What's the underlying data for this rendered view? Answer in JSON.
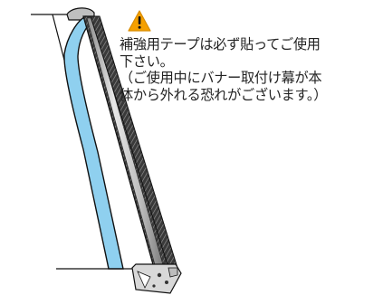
{
  "colors": {
    "warning": "#f5a000",
    "banner_band": "#8fd0ef",
    "pole_dark": "#2f2f2f",
    "pole_light": "#d4d4d4",
    "outline": "#111111"
  },
  "icons": {
    "warning": "warning-triangle-icon"
  },
  "notice": {
    "line1": "補強用テープは必ず貼ってご使用",
    "line2": "下さい。",
    "line3": "（ご使用中にバナー取付け幕が本",
    "line4": "体から外れる恐れがございます。）"
  }
}
